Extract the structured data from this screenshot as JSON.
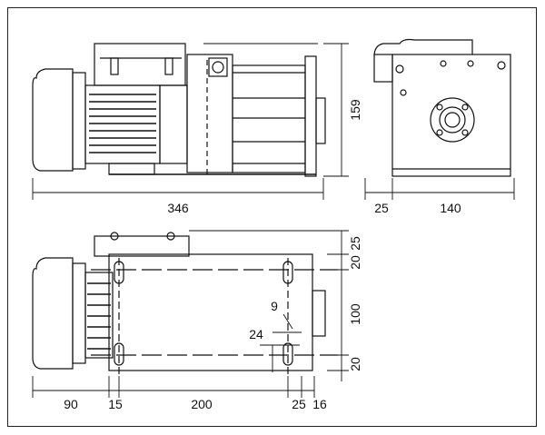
{
  "drawing": {
    "side_view": {
      "overall_length": "346",
      "height": "159"
    },
    "end_view": {
      "offset": "25",
      "width": "140"
    },
    "top_view": {
      "right_top_offset": "25",
      "right_second": "20",
      "right_height": "100",
      "right_bottom": "20",
      "slot_width": "9",
      "slot_spacing": "24",
      "bottom_left": "90",
      "bottom_second": "15",
      "bottom_center": "200",
      "bottom_right_1": "25",
      "bottom_right_2": "16"
    }
  }
}
